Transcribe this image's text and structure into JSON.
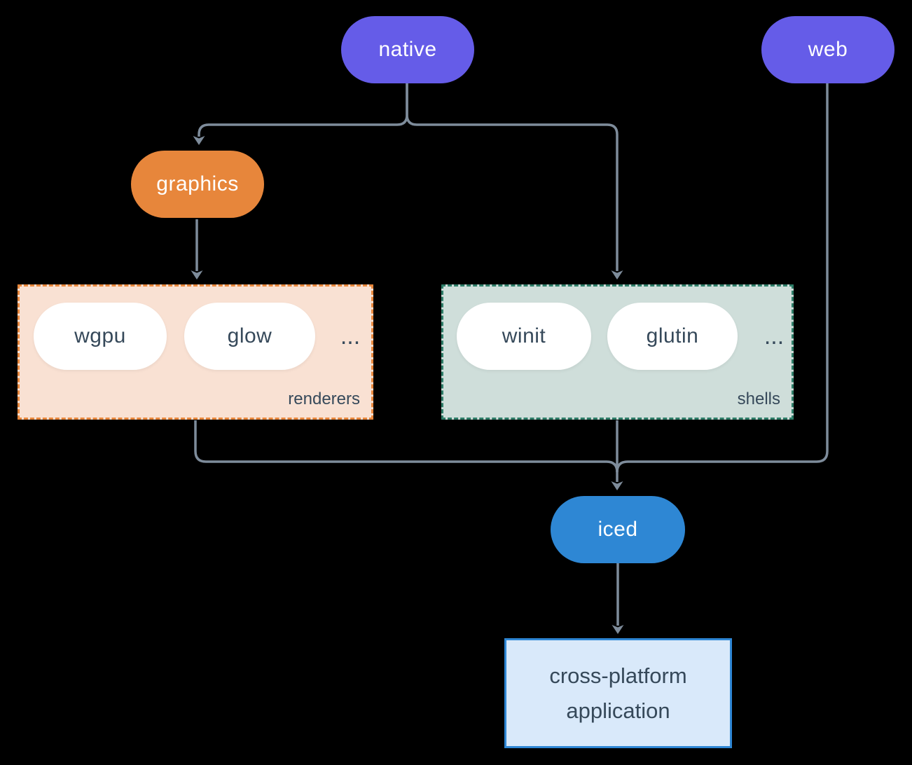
{
  "diagram": {
    "native": {
      "label": "native"
    },
    "web": {
      "label": "web"
    },
    "graphics": {
      "label": "graphics"
    },
    "renderers": {
      "label": "renderers",
      "items": [
        {
          "label": "wgpu"
        },
        {
          "label": "glow"
        }
      ],
      "ellipsis": "..."
    },
    "shells": {
      "label": "shells",
      "items": [
        {
          "label": "winit"
        },
        {
          "label": "glutin"
        }
      ],
      "ellipsis": "..."
    },
    "iced": {
      "label": "iced"
    },
    "application": {
      "label": "cross-platform application"
    }
  },
  "palette": {
    "background": "#000000",
    "node_purple": "#655ce8",
    "node_orange": "#e7863b",
    "node_blue": "#2e87d4",
    "renderers_fill": "#f9e1d3",
    "renderers_border": "#e8873c",
    "shells_fill": "#cfdeda",
    "shells_border": "#2e7d68",
    "app_fill": "#d9e9fa",
    "app_border": "#2e86d4",
    "edge": "#7e8c9b",
    "text_dark": "#36495a",
    "text_light": "#ffffff"
  }
}
